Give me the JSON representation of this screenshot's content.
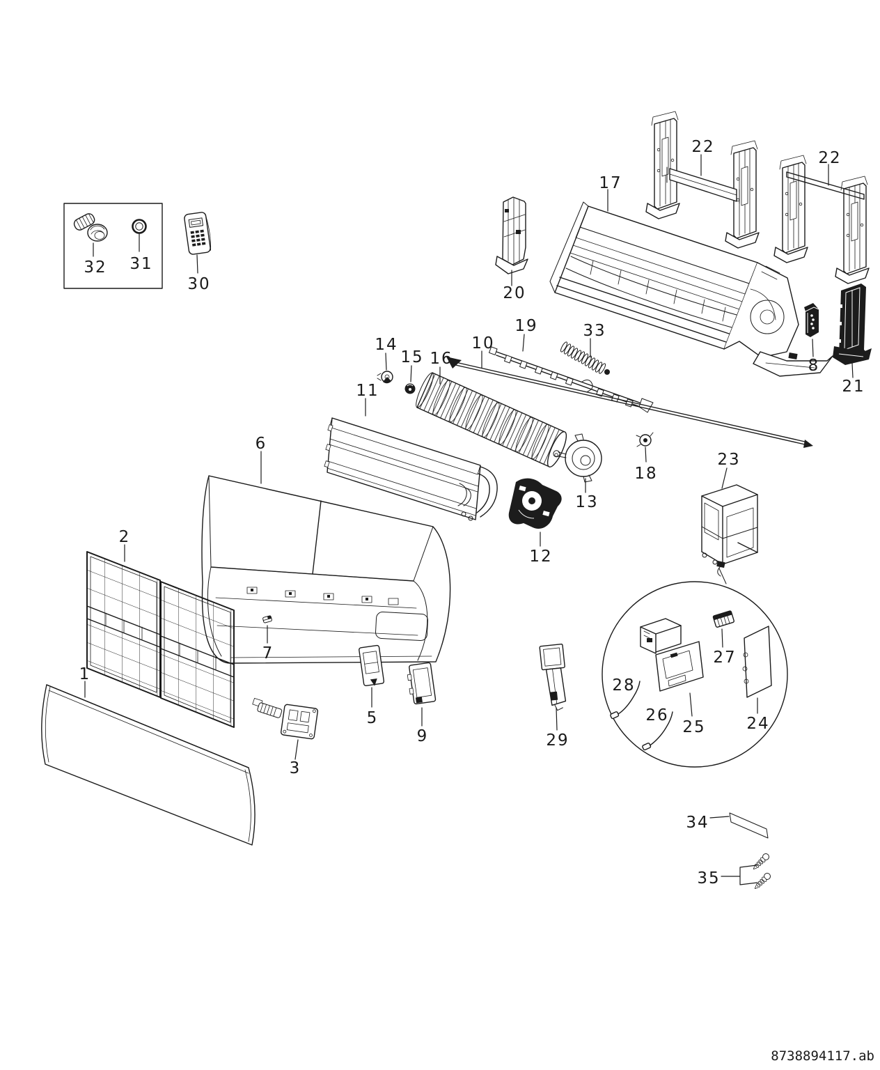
{
  "document": {
    "ref_number": "8738894117.ab"
  },
  "colors": {
    "line": "#1a1a1a",
    "background": "#ffffff"
  },
  "callouts": {
    "c1": "1",
    "c2": "2",
    "c3": "3",
    "c5": "5",
    "c6": "6",
    "c7": "7",
    "c8": "8",
    "c9": "9",
    "c10": "10",
    "c11": "11",
    "c12": "12",
    "c13": "13",
    "c14": "14",
    "c15": "15",
    "c16": "16",
    "c17": "17",
    "c18": "18",
    "c19": "19",
    "c20": "20",
    "c21": "21",
    "c22a": "22",
    "c22b": "22",
    "c23": "23",
    "c24": "24",
    "c25": "25",
    "c26": "26",
    "c27": "27",
    "c28": "28",
    "c29": "29",
    "c30": "30",
    "c31": "31",
    "c32": "32",
    "c33": "33",
    "c34": "34",
    "c35": "35"
  }
}
